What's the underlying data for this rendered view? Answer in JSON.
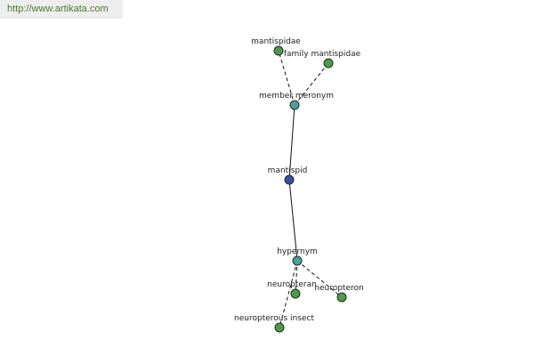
{
  "watermark": {
    "url": "http://www.artikata.com"
  },
  "colors": {
    "leaf": "#4f9a4a",
    "relation": "#4f9fa0",
    "center": "#3c4fa8",
    "stroke": "#1f2f1f",
    "edge": "#111111"
  },
  "graph": {
    "nodes": [
      {
        "id": "mantispidae",
        "label": "mantispidae",
        "kind": "leaf"
      },
      {
        "id": "family_mantispidae",
        "label": "family mantispidae",
        "kind": "leaf"
      },
      {
        "id": "member_meronym",
        "label": "member meronym",
        "kind": "relation"
      },
      {
        "id": "mantispid",
        "label": "mantispid",
        "kind": "center"
      },
      {
        "id": "hypernym",
        "label": "hypernym",
        "kind": "relation"
      },
      {
        "id": "neuropteran",
        "label": "neuropteran",
        "kind": "leaf"
      },
      {
        "id": "neuropteron",
        "label": "neuropteron",
        "kind": "leaf"
      },
      {
        "id": "neuropterous_insect",
        "label": "neuropterous insect",
        "kind": "leaf"
      }
    ],
    "edges": [
      {
        "from": "mantispid",
        "to": "member_meronym",
        "style": "solid"
      },
      {
        "from": "mantispid",
        "to": "hypernym",
        "style": "solid"
      },
      {
        "from": "member_meronym",
        "to": "mantispidae",
        "style": "dashed"
      },
      {
        "from": "member_meronym",
        "to": "family_mantispidae",
        "style": "dashed"
      },
      {
        "from": "hypernym",
        "to": "neuropteran",
        "style": "dashed"
      },
      {
        "from": "hypernym",
        "to": "neuropteron",
        "style": "dashed"
      },
      {
        "from": "hypernym",
        "to": "neuropterous_insect",
        "style": "dashed"
      }
    ]
  }
}
